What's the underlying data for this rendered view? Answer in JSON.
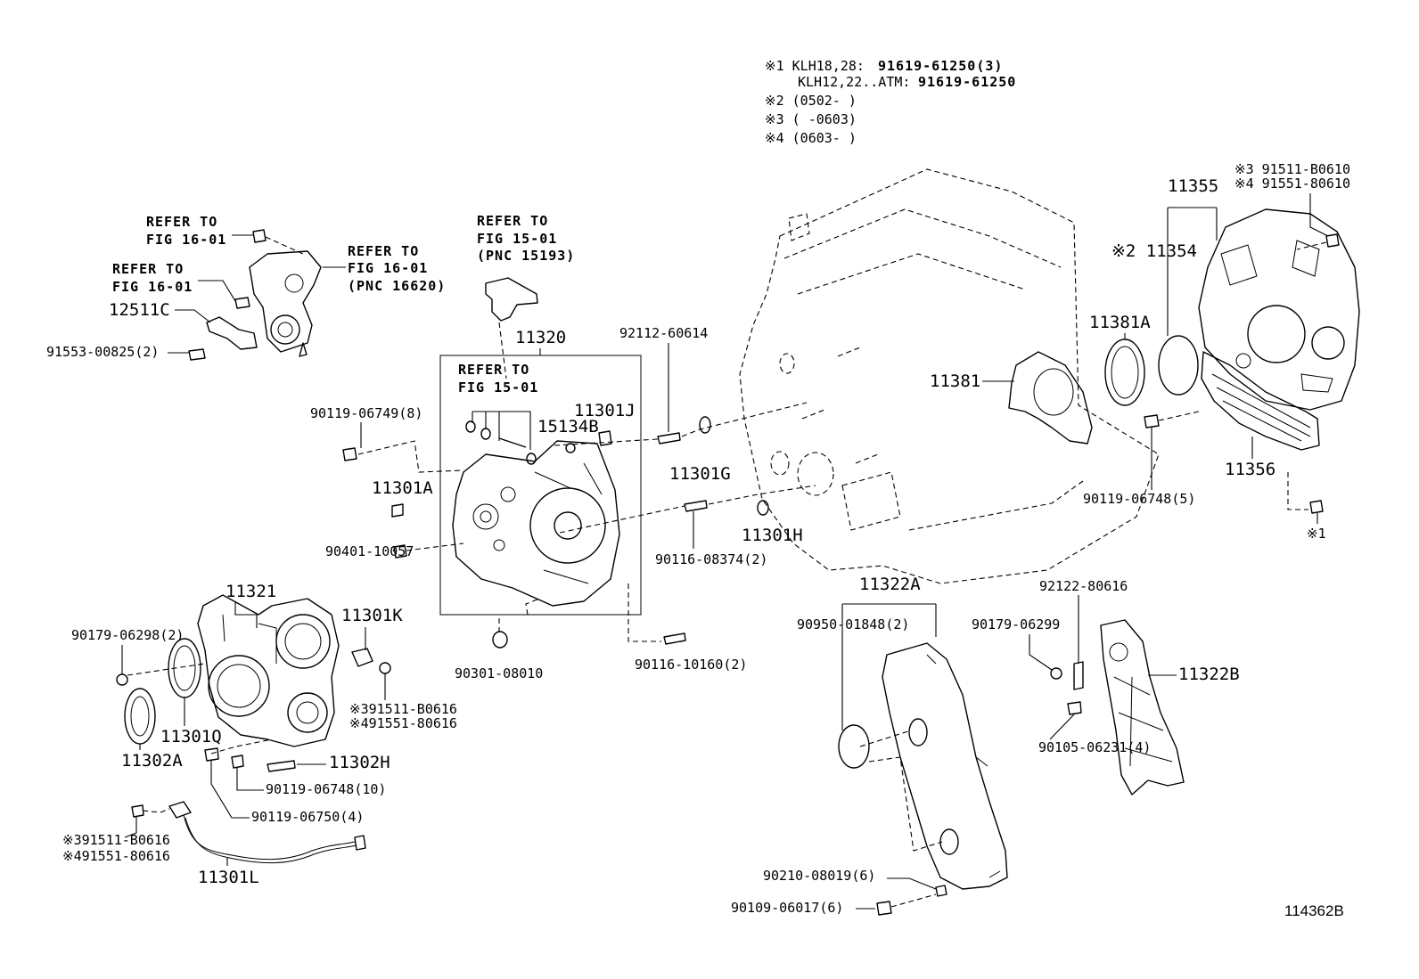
{
  "notes": {
    "n1_line1_key": "※1 KLH18,28:",
    "n1_line1_val": "91619-61250(3)",
    "n1_line2_key": "KLH12,22..ATM:",
    "n1_line2_val": "91619-61250",
    "n2": "※2 (0502-    )",
    "n3": "※3 (    -0603)",
    "n4": "※4 (0603-    )"
  },
  "refs": {
    "r1a": "REFER TO",
    "r1b": "FIG 16-01",
    "r2a": "REFER TO",
    "r2b": "FIG 16-01",
    "r3a": "REFER TO",
    "r3b": "FIG 16-01",
    "r3c": "(PNC 16620)",
    "r4a": "REFER TO",
    "r4b": "FIG 15-01",
    "r4c": "(PNC 15193)",
    "r5a": "REFER TO",
    "r5b": "FIG 15-01"
  },
  "parts": {
    "p12511C": "12511C",
    "p91553": "91553-00825(2)",
    "p11320": "11320",
    "p92112": "92112-60614",
    "p90119_06749": "90119-06749(8)",
    "p11301J": "11301J",
    "p15134B": "15134B",
    "p11301A": "11301A",
    "p11301G": "11301G",
    "p90401": "90401-10057",
    "p90116_08374": "90116-08374(2)",
    "p11301H": "11301H",
    "p11321": "11321",
    "p11301K": "11301K",
    "p90179_06298": "90179-06298(2)",
    "p90301": "90301-08010",
    "p90116_10160": "90116-10160(2)",
    "p11322A": "11322A",
    "p92122": "92122-80616",
    "p90950": "90950-01848(2)",
    "p90179_06299": "90179-06299",
    "p11322B": "11322B",
    "p90105": "90105-06231(4)",
    "pK3a": "※391511-B0616",
    "pK4a": "※491551-80616",
    "p11301Q": "11301Q",
    "p11302A": "11302A",
    "p11302H": "11302H",
    "p90119_06748_10": "90119-06748(10)",
    "p90119_06750": "90119-06750(4)",
    "pK3b": "※391511-B0616",
    "pK4b": "※491551-80616",
    "p11301L": "11301L",
    "p90210": "90210-08019(6)",
    "p90109": "90109-06017(6)",
    "p11355": "11355",
    "pK3c": "※3 91511-B0610",
    "pK4c": "※4 91551-80610",
    "pK2_11354": "※2 11354",
    "p11381A": "11381A",
    "p11381": "11381",
    "p11356": "11356",
    "p90119_06748_5": "90119-06748(5)",
    "pK1": "※1"
  },
  "figure_id": "114362B"
}
